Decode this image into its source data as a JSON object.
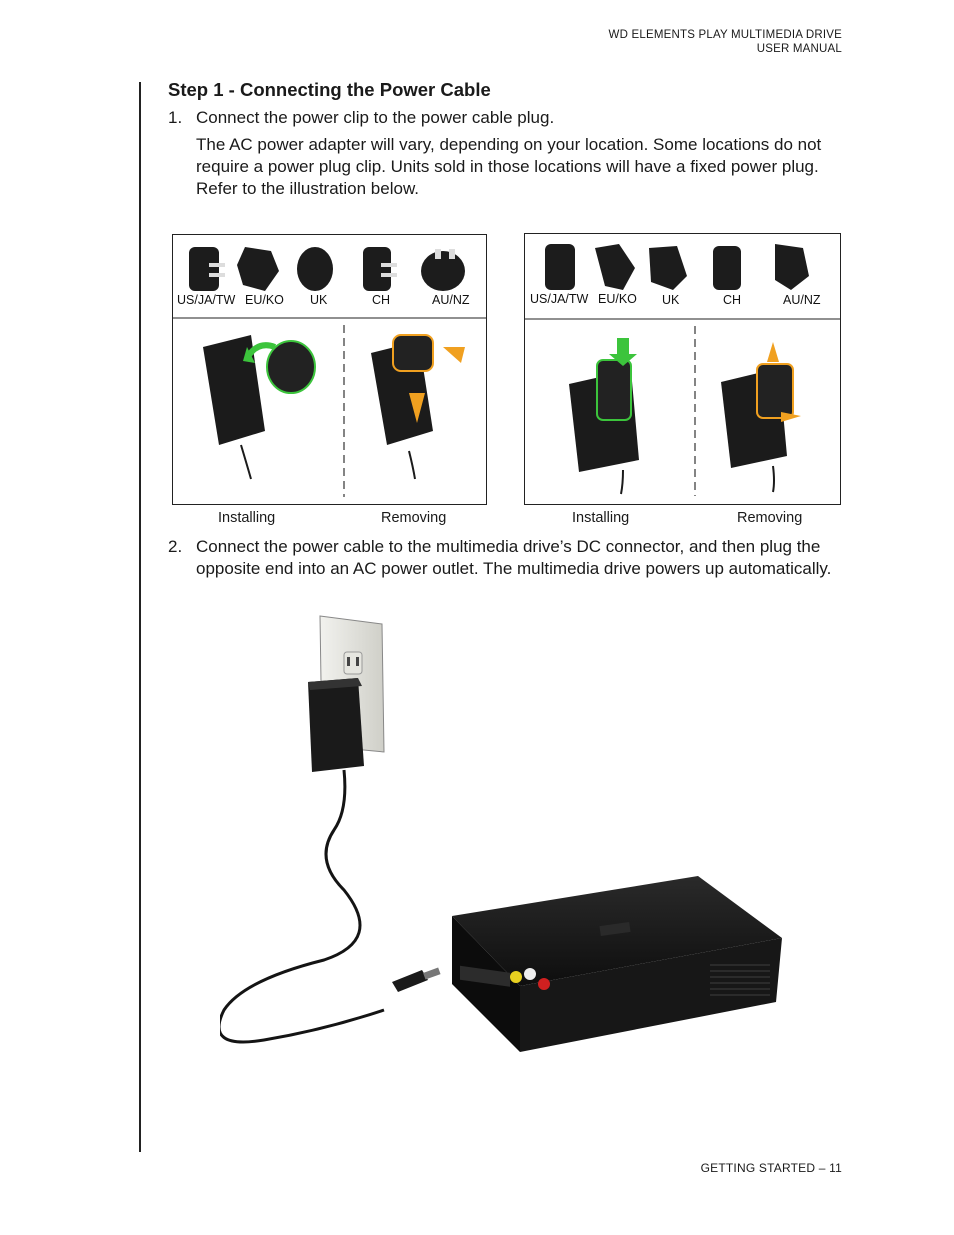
{
  "header": {
    "line1": "WD ELEMENTS PLAY MULTIMEDIA DRIVE",
    "line2": "USER MANUAL"
  },
  "section_title": "Step 1 - Connecting the Power Cable",
  "steps": [
    {
      "number": "1.",
      "text": "Connect the power clip to the power cable plug."
    },
    {
      "number": "2.",
      "text": "Connect the power cable to the multimedia drive’s DC connector, and then plug the opposite end into an AC power outlet. The multimedia drive powers up automatically."
    }
  ],
  "step1_note": "The AC power adapter will vary, depending on your location. Some locations do not require a power plug clip. Units sold in those locations will have a fixed power plug. Refer to the illustration below.",
  "figure_left": {
    "plug_labels": [
      "US/JA/TW",
      "EU/KO",
      "UK",
      "CH",
      "AU/NZ"
    ],
    "captions": [
      "Installing",
      "Removing"
    ]
  },
  "figure_right": {
    "plug_labels": [
      "US/JA/TW",
      "EU/KO",
      "UK",
      "CH",
      "AU/NZ"
    ],
    "captions": [
      "Installing",
      "Removing"
    ]
  },
  "footer": "GETTING STARTED – 11",
  "colors": {
    "install_arrow": "#3cc43c",
    "remove_arrow": "#f0a020",
    "device": "#1b1b1b"
  }
}
